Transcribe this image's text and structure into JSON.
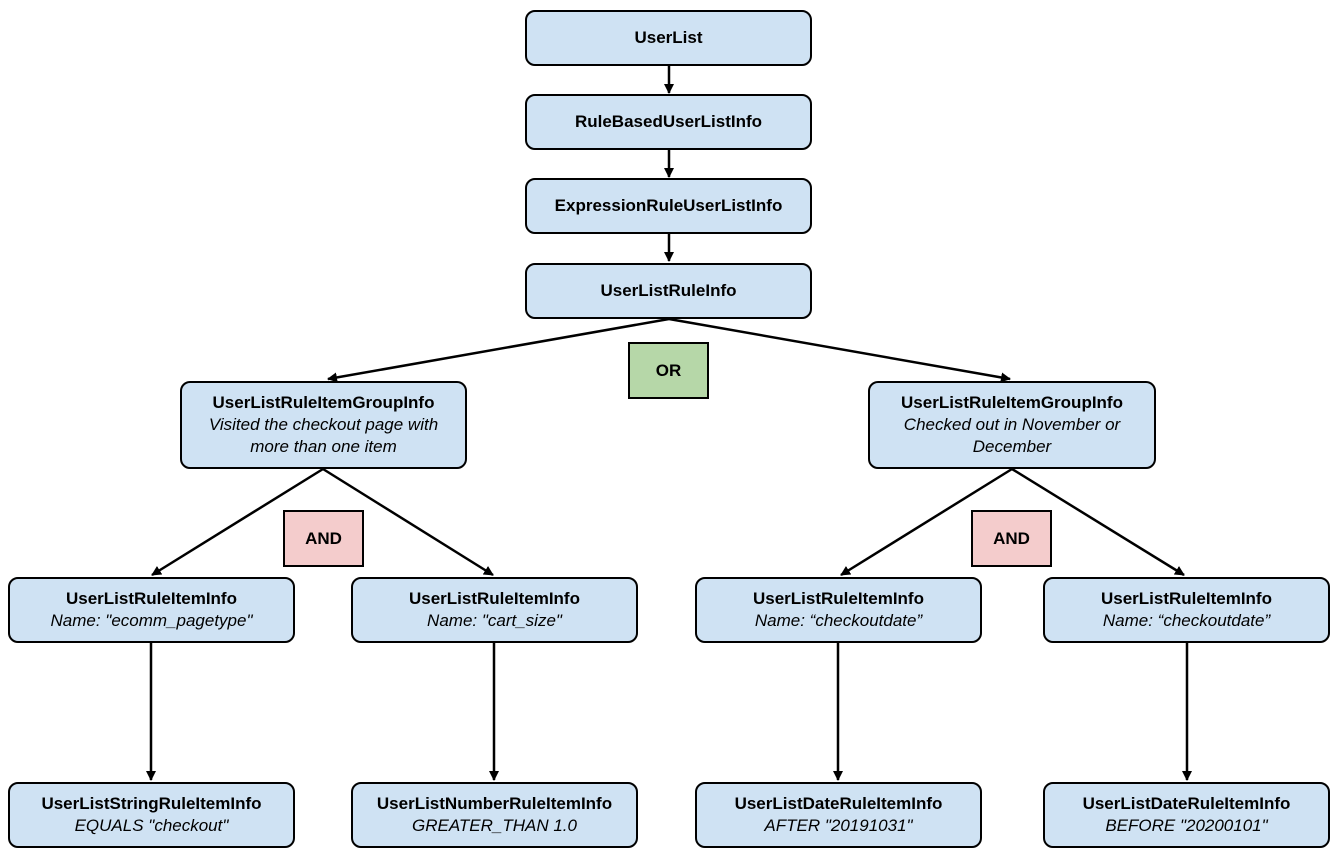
{
  "colors": {
    "node_fill": "#cfe2f3",
    "or_fill": "#b6d7a8",
    "and_fill": "#f4cccc",
    "stroke": "#000000"
  },
  "nodes": {
    "user_list": {
      "title": "UserList"
    },
    "rule_based_info": {
      "title": "RuleBasedUserListInfo"
    },
    "expression_rule_info": {
      "title": "ExpressionRuleUserListInfo"
    },
    "rule_info": {
      "title": "UserListRuleInfo"
    },
    "group_left": {
      "title": "UserListRuleItemGroupInfo",
      "desc_line1": "Visited the checkout page with",
      "desc_line2": "more than one item"
    },
    "group_right": {
      "title": "UserListRuleItemGroupInfo",
      "desc_line1": "Checked out in November or",
      "desc_line2": "December"
    },
    "item_1": {
      "title": "UserListRuleItemInfo",
      "desc": "Name: \"ecomm_pagetype\""
    },
    "item_2": {
      "title": "UserListRuleItemInfo",
      "desc": "Name: \"cart_size\""
    },
    "item_3": {
      "title": "UserListRuleItemInfo",
      "desc": "Name: “checkoutdate”"
    },
    "item_4": {
      "title": "UserListRuleItemInfo",
      "desc": "Name: “checkoutdate”"
    },
    "leaf_1": {
      "title": "UserListStringRuleItemInfo",
      "desc": "EQUALS \"checkout\""
    },
    "leaf_2": {
      "title": "UserListNumberRuleItemInfo",
      "desc": "GREATER_THAN 1.0"
    },
    "leaf_3": {
      "title": "UserListDateRuleItemInfo",
      "desc": "AFTER \"20191031\""
    },
    "leaf_4": {
      "title": "UserListDateRuleItemInfo",
      "desc": "BEFORE \"20200101\""
    }
  },
  "operators": {
    "or_label": "OR",
    "and_left_label": "AND",
    "and_right_label": "AND"
  }
}
